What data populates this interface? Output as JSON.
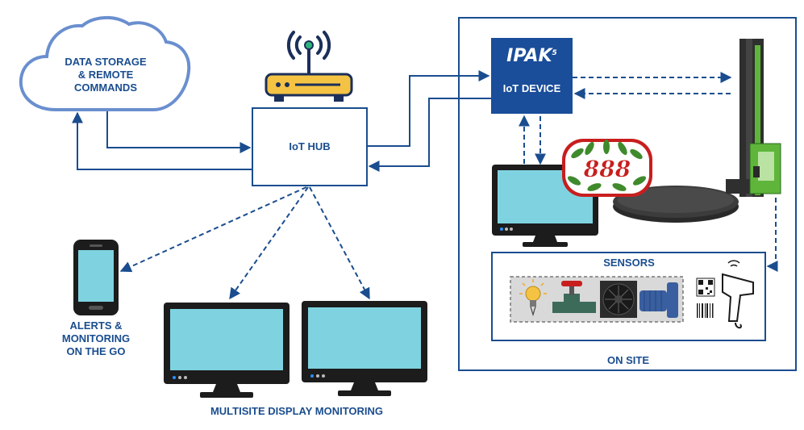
{
  "cloud": {
    "line1": "DATA STORAGE",
    "line2": "& REMOTE",
    "line3": "COMMANDS"
  },
  "hub": {
    "label": "IoT HUB"
  },
  "device": {
    "brand": "IPAK",
    "brand_sup": "5",
    "label": "IoT DEVICE"
  },
  "mobile": {
    "line1": "ALERTS &",
    "line2": "MONITORING",
    "line3": "ON THE GO"
  },
  "displays": {
    "label": "MULTISITE DISPLAY MONITORING"
  },
  "sensors": {
    "label": "SENSORS"
  },
  "site": {
    "label": "ON SITE"
  },
  "logo": {
    "text": "888"
  },
  "colors": {
    "primary": "#1a4d8f",
    "device_bg": "#1a4d9a",
    "screen": "#7fd3e0",
    "monitor_frame": "#1c1c1c",
    "router_body": "#f5c344",
    "machine_green": "#5fb53a",
    "logo_red": "#c81e1e"
  },
  "icons": [
    "cloud-icon",
    "router-icon",
    "wifi-icon",
    "smartphone-icon",
    "monitor-icon",
    "wrapping-machine-icon",
    "lightbulb-icon",
    "valve-icon",
    "fan-icon",
    "motor-icon",
    "qr-code-icon",
    "barcode-icon",
    "scanner-icon"
  ]
}
